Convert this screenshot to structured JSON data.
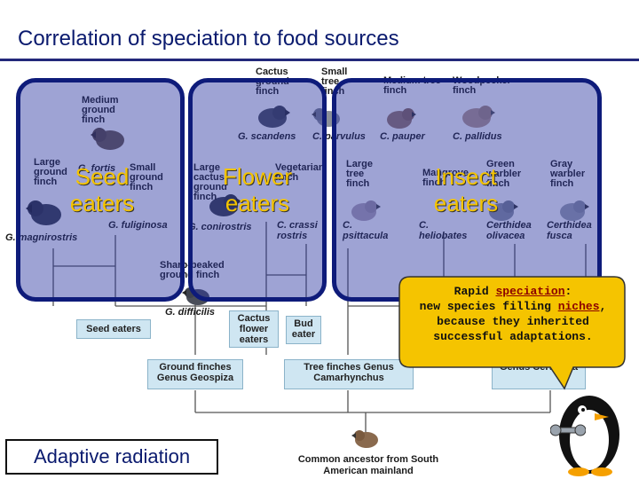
{
  "title": "Correlation of speciation to food sources",
  "birds": {
    "medium_ground": "Medium ground finch",
    "cactus_ground": "Cactus ground finch",
    "small_tree": "Small tree finch",
    "medium_tree": "Medium tree finch",
    "woodpecker": "Woodpecker finch",
    "large_ground": "Large ground finch",
    "small_ground": "Small ground finch",
    "large_cactus": "Large cactus ground finch",
    "vegetarian": "Vegetarian finch",
    "large_tree": "Large tree finch",
    "mangrove": "Mangrove finch",
    "green_warbler": "Green warbler finch",
    "gray_warbler": "Gray warbler finch",
    "sharp_beaked": "Sharp-beaked ground finch"
  },
  "species": {
    "scandens": "G. scandens",
    "parvulus": "C. parvulus",
    "pauper": "C. pauper",
    "pallidus": "C. pallidus",
    "fortis": "G. fortis",
    "fuliginosa": "G. fuliginosa",
    "magnirostris": "G. magnirostris",
    "conirostris": "G. conirostris",
    "crassirostris": "C. crassi rostris",
    "psittacula": "C. psittacula",
    "heliobates": "C. heliobates",
    "olivacea": "Certhidea olivacea",
    "fusca": "Certhidea fusca",
    "difficilis": "G. difficilis"
  },
  "diets": {
    "seed_eaters": "Seed eaters",
    "cactus_flower": "Cactus flower eaters",
    "bud_eater": "Bud eater"
  },
  "genera": {
    "ground": "Ground finches Genus Geospiza",
    "tree": "Tree finches Genus Camarhynchus",
    "warbler_genus": "Genus Certhidea"
  },
  "overlays": {
    "seed": "Seed eaters",
    "flower": "Flower eaters",
    "insect": "Insect eaters"
  },
  "callout": {
    "line1_pre": "Rapid ",
    "line1_key": "speciation",
    "line1_post": ":",
    "line2_pre": "new species filling ",
    "line2_key": "niches",
    "line2_post": ",",
    "line3": "because they inherited",
    "line4": "successful adaptations."
  },
  "adaptive_radiation": "Adaptive radiation",
  "ancestor": "Common ancestor from South American mainland",
  "colors": {
    "title": "#0a1a6e",
    "overlay_fill": "#2832a0",
    "overlay_border": "#0e1b7a",
    "overlay_text": "#f5c400",
    "box_fill": "#cfe6f2",
    "tree_line": "#555555"
  },
  "icons": [
    "finch-bird-icon",
    "penguin-mascot-icon",
    "wrench-icon"
  ]
}
